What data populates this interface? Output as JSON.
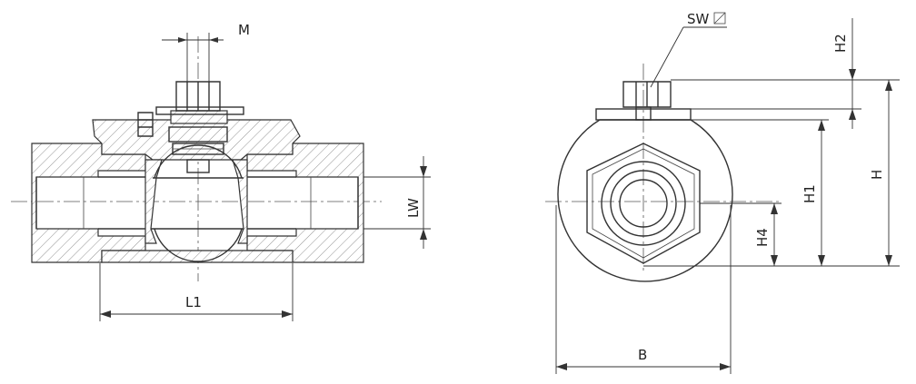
{
  "labels": {
    "m": "M",
    "lw": "LW",
    "l1": "L1",
    "sw": "SW",
    "h2": "H2",
    "h": "H",
    "h1": "H1",
    "h4": "H4",
    "b": "B"
  }
}
